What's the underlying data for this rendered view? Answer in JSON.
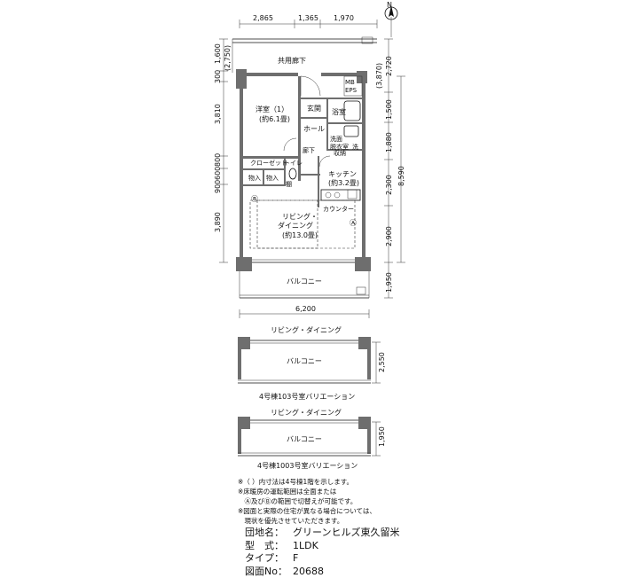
{
  "compass": "N",
  "dims": {
    "top": [
      "2,865",
      "1,365",
      "1,970"
    ],
    "left": [
      "1,600",
      "(2,750)",
      "300",
      "3,810",
      "800",
      "600",
      "900",
      "3,890"
    ],
    "right_a": [
      "(3,870)",
      "2,720",
      "1,500",
      "1,880",
      "2,300",
      "2,900",
      "1,950"
    ],
    "right_b": "8,590",
    "width": "6,200",
    "var1_depth": "2,550",
    "var2_depth": "1,950"
  },
  "rooms": {
    "corridor": "共用廊下",
    "bed_name": "洋室（1）",
    "bed_size": "(約6.1畳)",
    "entrance": "玄関",
    "bath": "浴室",
    "hall": "ホール",
    "mb": "MB",
    "eps": "EPS",
    "washroom_1": "洗面",
    "washroom_2": "脱衣室",
    "wash": "洗",
    "corridor_small": "廊下",
    "closet": "クローゼット",
    "toilet": "トイレ",
    "storage_1": "物入",
    "storage_2": "物入",
    "kitchen_name": "キッチン",
    "kitchen_size": "(約3.2畳)",
    "counter": "カウンター",
    "living_1": "リビング・",
    "living_2": "ダイニング",
    "living_size": "(約13.0畳)",
    "balcony": "バルコニー",
    "mark_a": "Ⓐ",
    "mark_b": "Ⓑ",
    "shelf": "棚",
    "cabinet": "収納"
  },
  "variations": [
    {
      "room": "リビング・ダイニング",
      "balcony": "バルコニー",
      "caption": "4号棟103号室バリエーション"
    },
    {
      "room": "リビング・ダイニング",
      "balcony": "バルコニー",
      "caption": "4号棟1003号室バリエーション"
    }
  ],
  "notes": [
    "※（ ）内寸法は4号棟1階を示します。",
    "※床暖房の運転範囲は全面または",
    "　Ⓐ及びⒷの範囲で切替えが可能です。",
    "※図面と実際の住宅が異なる場合については、",
    "　現状を優先させていただきます。"
  ],
  "info": [
    {
      "key": "団地名：",
      "value": "グリーンヒルズ東久留米"
    },
    {
      "key": "型　式：",
      "value": "1LDK"
    },
    {
      "key": "タイプ：",
      "value": "F"
    },
    {
      "key": "図面No：",
      "value": "20688"
    }
  ]
}
